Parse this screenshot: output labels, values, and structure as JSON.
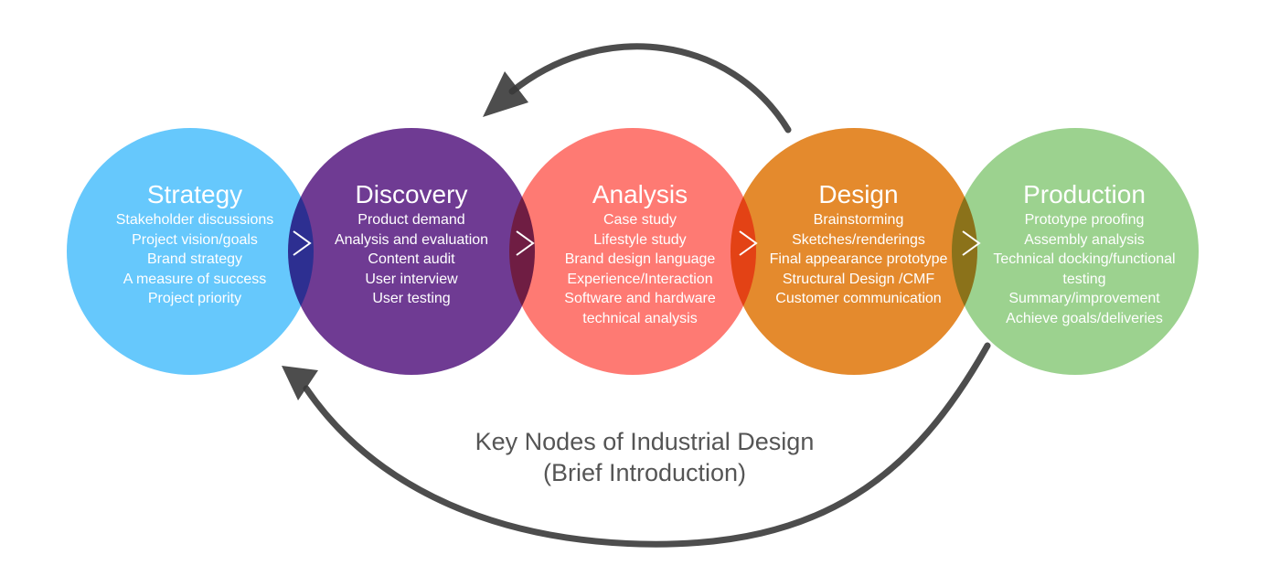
{
  "colors": {
    "strategy": "#66C8FC",
    "discovery": "#6F3B93",
    "analysis": "#FE7A73",
    "design": "#E48A2D",
    "production": "#9CD28F",
    "arrow": "#3a3a3a",
    "caption": "#555555"
  },
  "stages": [
    {
      "title": "Strategy",
      "items": [
        "Stakeholder discussions",
        "Project vision/goals",
        "Brand strategy",
        "A measure of success",
        "Project priority"
      ]
    },
    {
      "title": "Discovery",
      "items": [
        "Product demand",
        "Analysis and evaluation",
        "Content audit",
        "User interview",
        "User testing"
      ]
    },
    {
      "title": "Analysis",
      "items": [
        "Case study",
        "Lifestyle study",
        "Brand design language",
        "Experience/Interaction",
        "Software and hardware",
        "technical analysis"
      ]
    },
    {
      "title": "Design",
      "items": [
        "Brainstorming",
        "Sketches/renderings",
        "Final appearance prototype",
        "Structural Design /CMF",
        "Customer communication"
      ]
    },
    {
      "title": "Production",
      "items": [
        "Prototype proofing",
        "Assembly analysis",
        "Technical docking/functional",
        "testing",
        "Summary/improvement",
        "Achieve goals/deliveries"
      ]
    }
  ],
  "caption": {
    "line1": "Key Nodes of Industrial Design",
    "line2": "(Brief Introduction)"
  },
  "icons": [
    "chevron-right-icon",
    "curved-arrow-icon"
  ]
}
